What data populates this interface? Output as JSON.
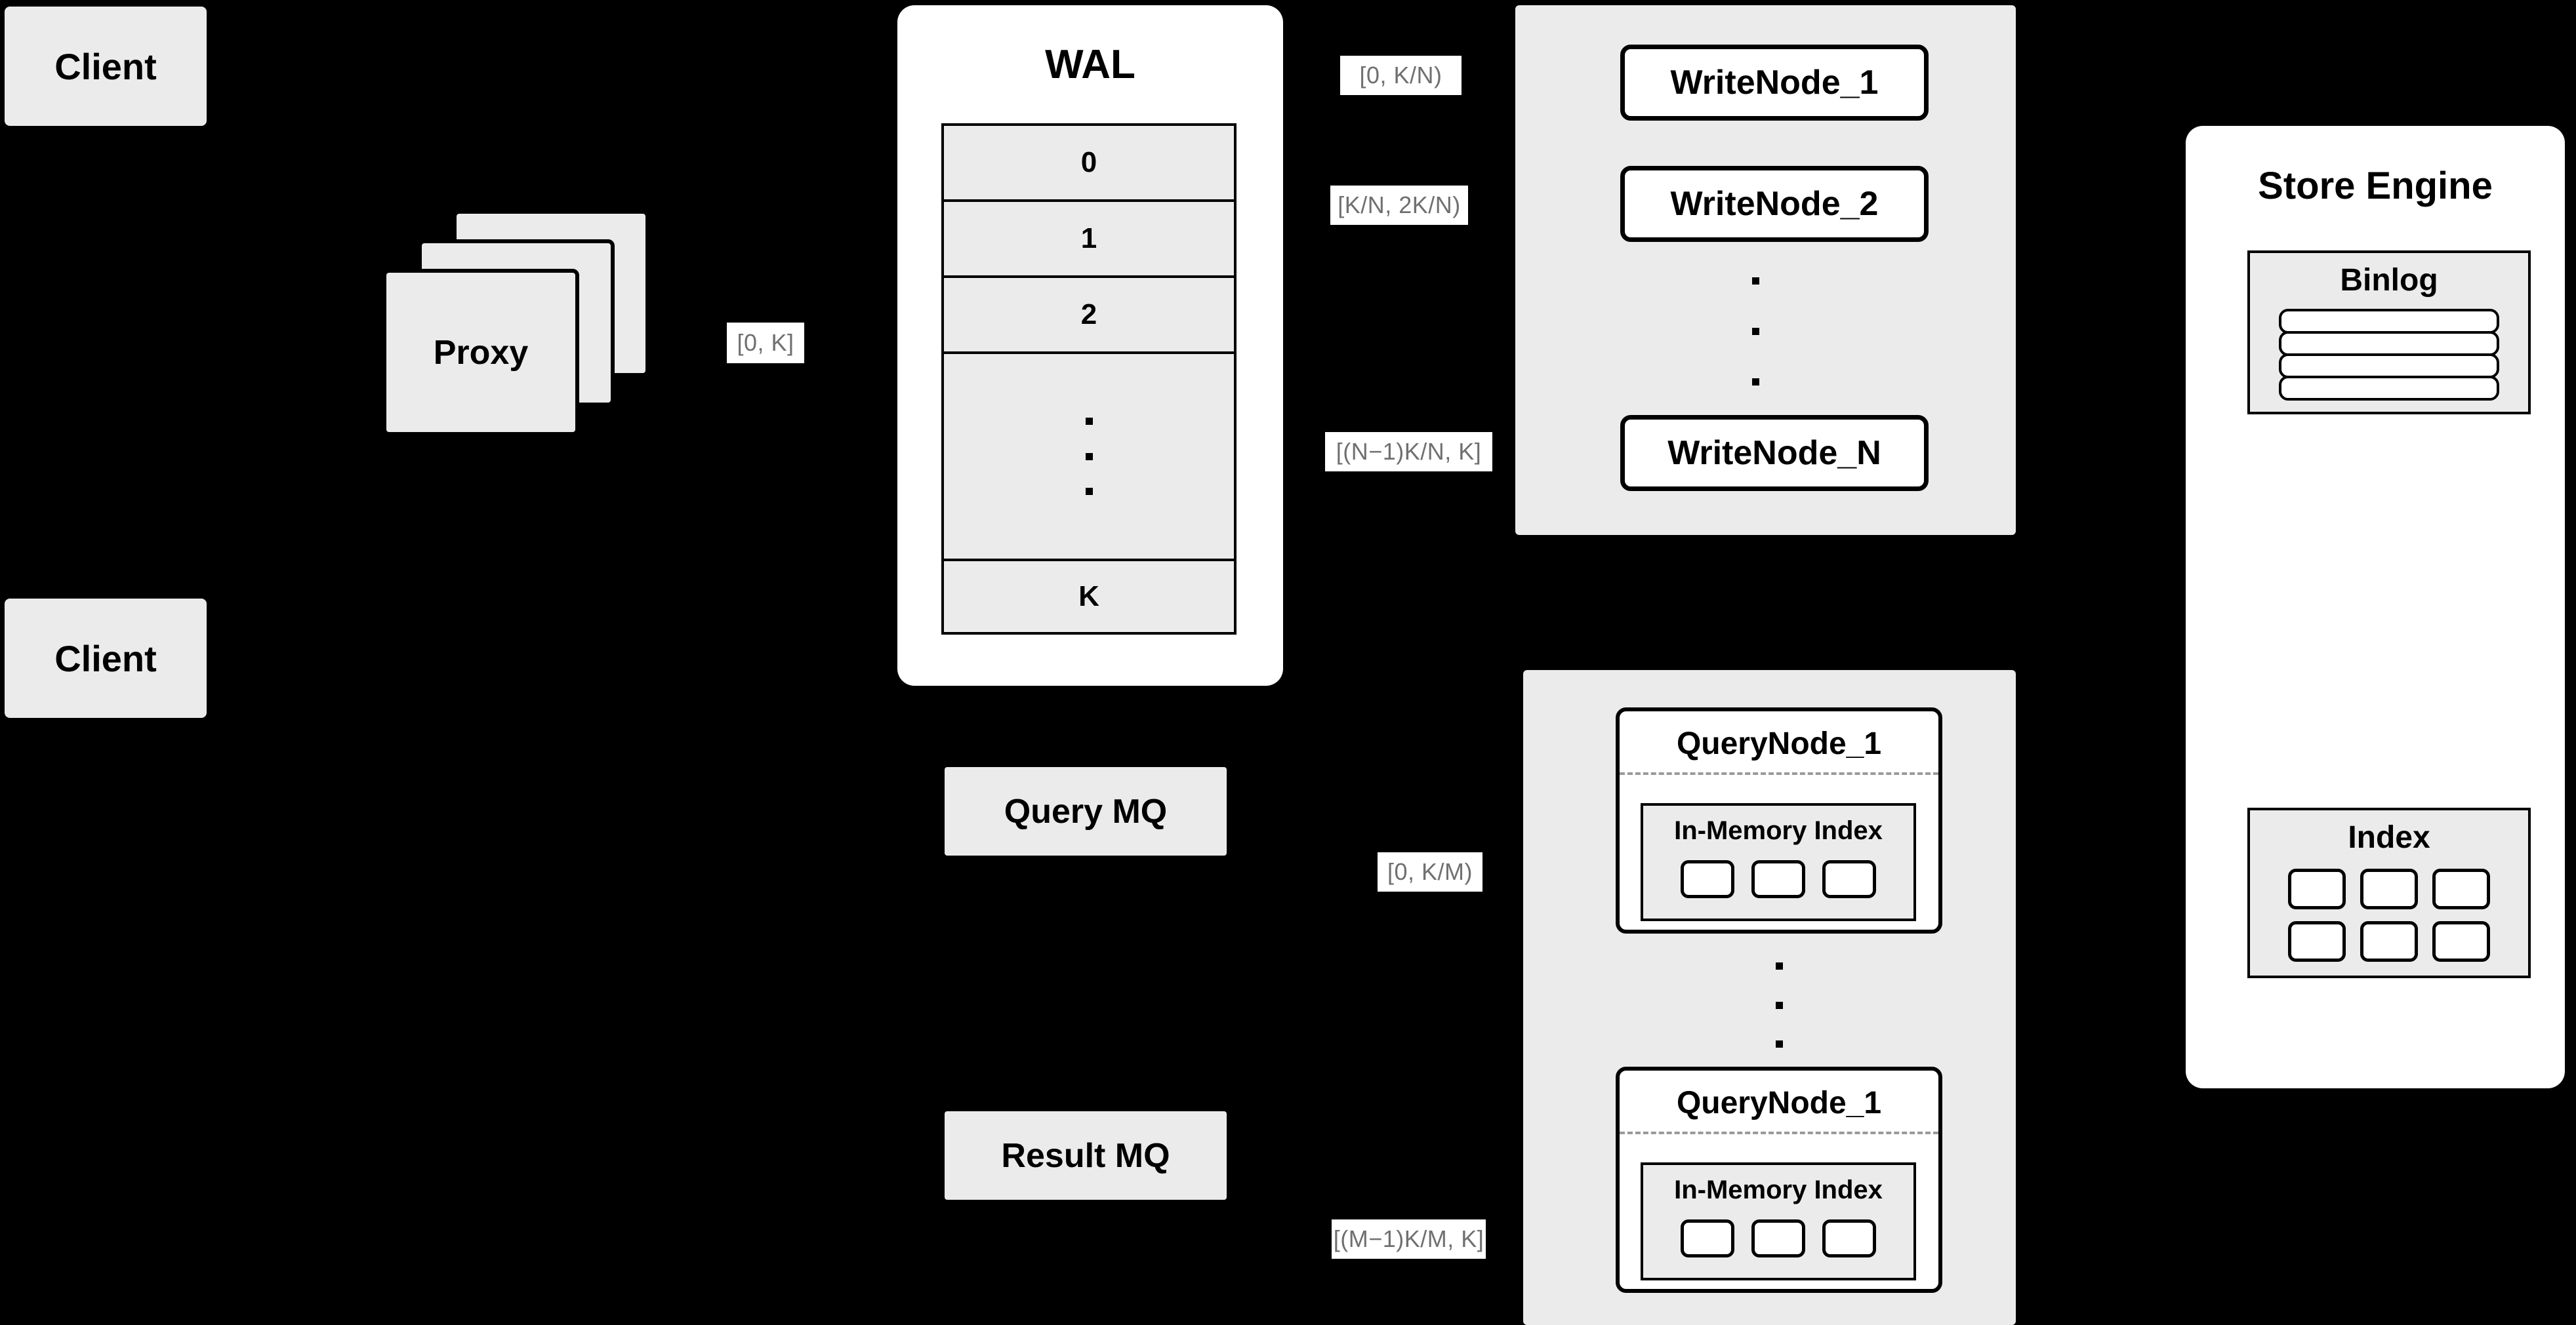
{
  "diagram": {
    "background_color": "#000000",
    "surface_color": "#ebebeb",
    "panel_color": "#ffffff",
    "stroke_color": "#000000",
    "label_text_color": "#707070"
  },
  "clients": [
    {
      "label": "Client"
    },
    {
      "label": "Client"
    }
  ],
  "proxy": {
    "label": "Proxy",
    "stack_count": 3
  },
  "edge_labels": {
    "proxy_to_wal": "[0, K]",
    "write_node_1": "[0,  K/N)",
    "write_node_2": "[K/N, 2K/N)",
    "write_node_n": "[(N−1)K/N,  K]",
    "query_node_1": "[0, K/M)",
    "query_node_m": "[(M−1)K/M, K]"
  },
  "wal": {
    "title": "WAL",
    "cells": [
      "0",
      "1",
      "2",
      "",
      "K"
    ],
    "ellipsis_dots": 3
  },
  "message_queues": [
    {
      "label": "Query MQ"
    },
    {
      "label": "Result MQ"
    }
  ],
  "write_cluster": {
    "nodes": [
      {
        "label": "WriteNode_1"
      },
      {
        "label": "WriteNode_2"
      },
      {
        "label": "WriteNode_N"
      }
    ],
    "ellipsis_dots": 3
  },
  "query_cluster": {
    "nodes": [
      {
        "label": "QueryNode_1",
        "index": {
          "label": "In-Memory Index",
          "segment_count": 3
        }
      },
      {
        "label": "QueryNode_1",
        "index": {
          "label": "In-Memory Index",
          "segment_count": 3
        }
      }
    ],
    "ellipsis_dots": 3
  },
  "store_engine": {
    "title": "Store Engine",
    "binlog": {
      "title": "Binlog",
      "row_count": 4
    },
    "index": {
      "title": "Index",
      "columns": 3,
      "rows": 2
    }
  }
}
